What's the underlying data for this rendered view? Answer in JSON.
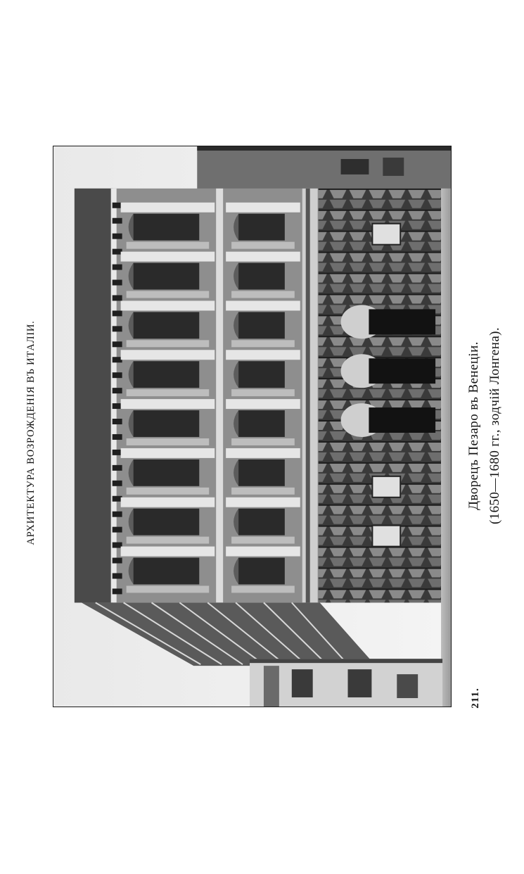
{
  "running_header": "АРХИТЕКТУРА ВОЗРОЖДЕНІЯ ВЪ ИТАЛІИ.",
  "plate": {
    "number": "211.",
    "caption_title": "Дворецъ Пезаро въ Венеціи.",
    "caption_sub": "(1650—1680 гг., зодчій Лонгена)."
  }
}
